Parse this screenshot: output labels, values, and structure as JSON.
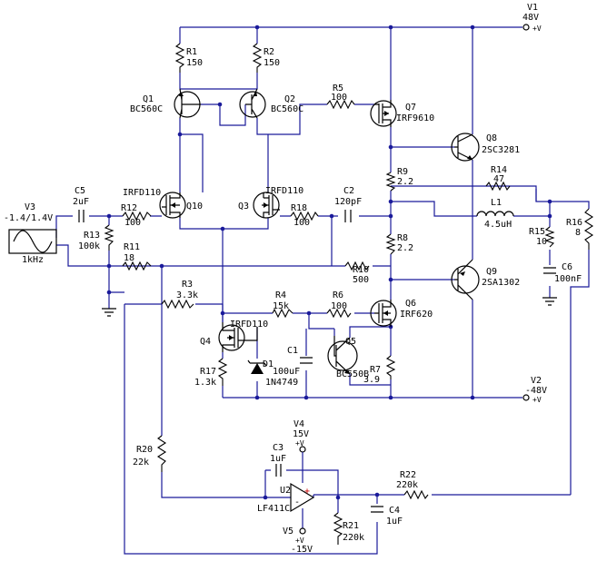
{
  "components": {
    "R1": {
      "ref": "R1",
      "value": "150"
    },
    "R2": {
      "ref": "R2",
      "value": "150"
    },
    "R3": {
      "ref": "R3",
      "value": "3.3k"
    },
    "R4": {
      "ref": "R4",
      "value": "15k"
    },
    "R5": {
      "ref": "R5",
      "value": "100"
    },
    "R6": {
      "ref": "R6",
      "value": "100"
    },
    "R7": {
      "ref": "R7",
      "value": "3.9"
    },
    "R8": {
      "ref": "R8",
      "value": "2.2"
    },
    "R9": {
      "ref": "R9",
      "value": "2.2"
    },
    "R10": {
      "ref": "R10",
      "value": "500"
    },
    "R11": {
      "ref": "R11",
      "value": "18"
    },
    "R12": {
      "ref": "R12",
      "value": "100"
    },
    "R13": {
      "ref": "R13",
      "value": "100k"
    },
    "R14": {
      "ref": "R14",
      "value": "47"
    },
    "R15": {
      "ref": "R15",
      "value": "10"
    },
    "R16": {
      "ref": "R16",
      "value": "8"
    },
    "R17": {
      "ref": "R17",
      "value": "1.3k"
    },
    "R18": {
      "ref": "R18",
      "value": "100"
    },
    "R20": {
      "ref": "R20",
      "value": "22k"
    },
    "R21": {
      "ref": "R21",
      "value": "220k"
    },
    "R22": {
      "ref": "R22",
      "value": "220k"
    },
    "C1": {
      "ref": "C1",
      "value": "100uF"
    },
    "C2": {
      "ref": "C2",
      "value": "120pF"
    },
    "C3": {
      "ref": "C3",
      "value": "1uF"
    },
    "C4": {
      "ref": "C4",
      "value": "1uF"
    },
    "C5": {
      "ref": "C5",
      "value": "2uF"
    },
    "C6": {
      "ref": "C6",
      "value": "100nF"
    },
    "L1": {
      "ref": "L1",
      "value": "4.5uH"
    },
    "Q1": {
      "ref": "Q1",
      "value": "BC560C"
    },
    "Q2": {
      "ref": "Q2",
      "value": "BC560C"
    },
    "Q3": {
      "ref": "Q3",
      "value": "IRFD110"
    },
    "Q4": {
      "ref": "Q4",
      "value": "IRFD110"
    },
    "Q5": {
      "ref": "Q5",
      "value": "BC550B"
    },
    "Q6": {
      "ref": "Q6",
      "value": "IRF620"
    },
    "Q7": {
      "ref": "Q7",
      "value": "IRF9610"
    },
    "Q8": {
      "ref": "Q8",
      "value": "2SC3281"
    },
    "Q9": {
      "ref": "Q9",
      "value": "2SA1302"
    },
    "Q10": {
      "ref": "Q10",
      "value": "IRFD110"
    },
    "D1": {
      "ref": "D1",
      "value": "1N4749"
    },
    "U2": {
      "ref": "U2",
      "value": "LF411C"
    },
    "V1": {
      "ref": "V1",
      "value": "48V"
    },
    "V2": {
      "ref": "V2",
      "value": "-48V"
    },
    "V3": {
      "ref": "V3",
      "value": "-1.4/1.4V",
      "freq": "1kHz"
    },
    "V4": {
      "ref": "V4",
      "value": "15V"
    },
    "V5": {
      "ref": "V5",
      "value": "-15V"
    }
  },
  "pins": {
    "plus": "+V",
    "plus_sign": "+",
    "minus_sign": "-"
  },
  "colors": {
    "wire": "#1a1a9a",
    "component": "#000000",
    "background": "#ffffff"
  }
}
